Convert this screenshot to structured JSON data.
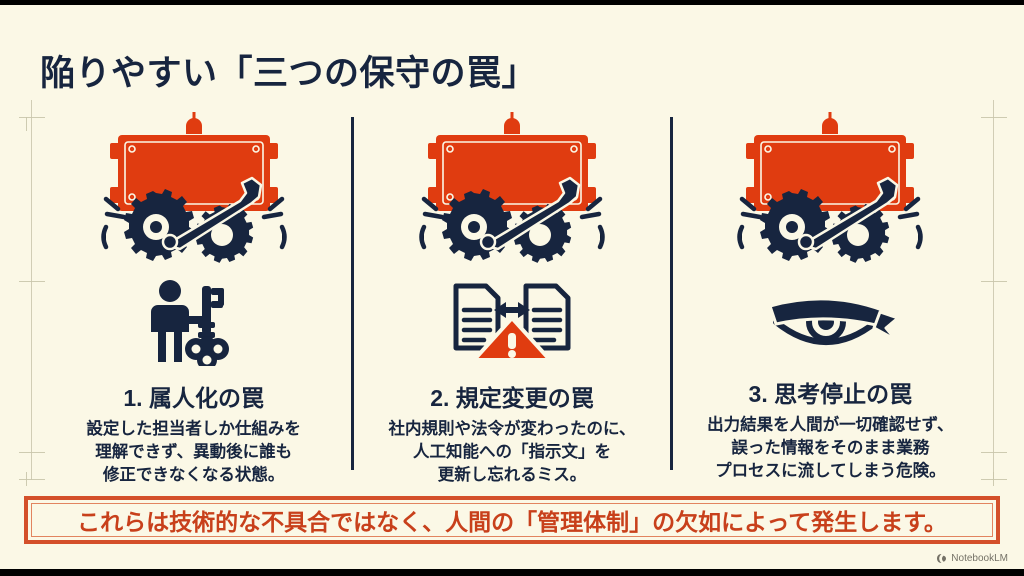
{
  "slide": {
    "title": "陥りやすい「三つの保守の罠」",
    "background_color": "#FBF8E6",
    "ink_color": "#17253F",
    "accent_color": "#E03C10",
    "banner_border_color": "#D4502A",
    "banner_text_color": "#C8401B"
  },
  "columns": [
    {
      "top_icon": "hanging-sign-gears-wrench-icon",
      "bottom_icon": "person-holding-key-icon",
      "heading": "1. 属人化の罠",
      "body": "設定した担当者しか仕組みを\n理解できず、異動後に誰も\n修正できなくなる状態。"
    },
    {
      "top_icon": "hanging-sign-gears-wrench-icon",
      "bottom_icon": "documents-warning-icon",
      "heading": "2. 規定変更の罠",
      "body": "社内規則や法令が変わったのに、\n人工知能への「指示文」を\n更新し忘れるミス。"
    },
    {
      "top_icon": "hanging-sign-gears-wrench-icon",
      "bottom_icon": "blindfolded-eye-icon",
      "heading": "3. 思考停止の罠",
      "body": "出力結果を人間が一切確認せず、\n誤った情報をそのまま業務\nプロセスに流してしまう危険。"
    }
  ],
  "banner": {
    "text": "これらは技術的な不具合ではなく、人間の「管理体制」の欠如によって発生します。"
  },
  "watermark": {
    "icon": "notebooklm-spiral-icon",
    "label": "NotebookLM"
  }
}
